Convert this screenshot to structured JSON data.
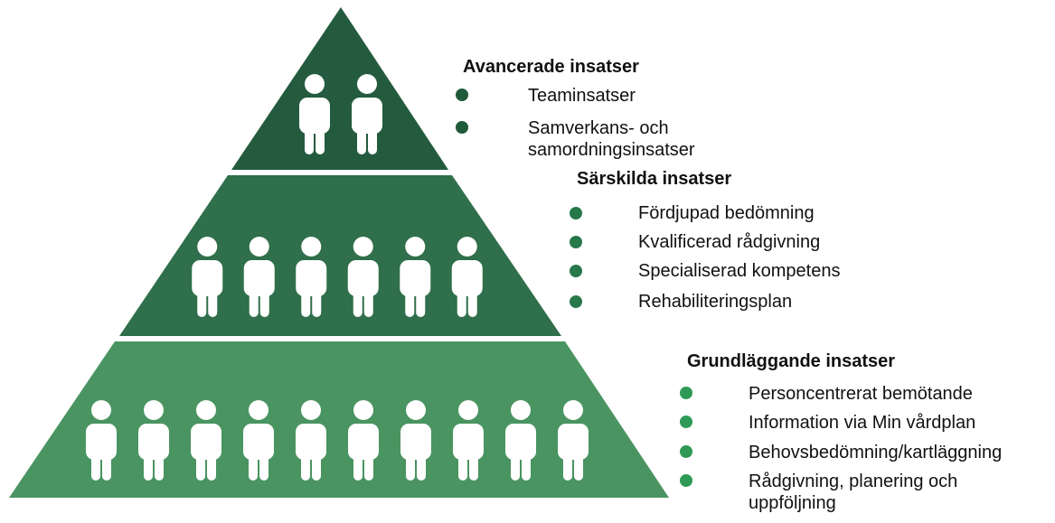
{
  "colors": {
    "tier_top": "#245b3e",
    "tier_mid": "#2f6f4b",
    "tier_bottom": "#4a9461",
    "bullet_top": "#1f5a3b",
    "bullet_mid": "#27784a",
    "bullet_bottom": "#2e9a55",
    "person": "#ffffff"
  },
  "tiers": [
    {
      "title": "Avancerade insatser",
      "people_count": 2,
      "items": [
        "Teaminsatser",
        "Samverkans- och samordningsinsatser"
      ]
    },
    {
      "title": "Särskilda insatser",
      "people_count": 6,
      "items": [
        "Fördjupad bedömning",
        "Kvalificerad rådgivning",
        "Specialiserad kompetens",
        "Rehabiliteringsplan"
      ]
    },
    {
      "title": "Grundläggande insatser",
      "people_count": 10,
      "items": [
        "Personcentrerat bemötande",
        "Information via Min vårdplan",
        "Behovsbedömning/kartläggning",
        "Rådgivning, planering och uppföljning"
      ]
    }
  ]
}
